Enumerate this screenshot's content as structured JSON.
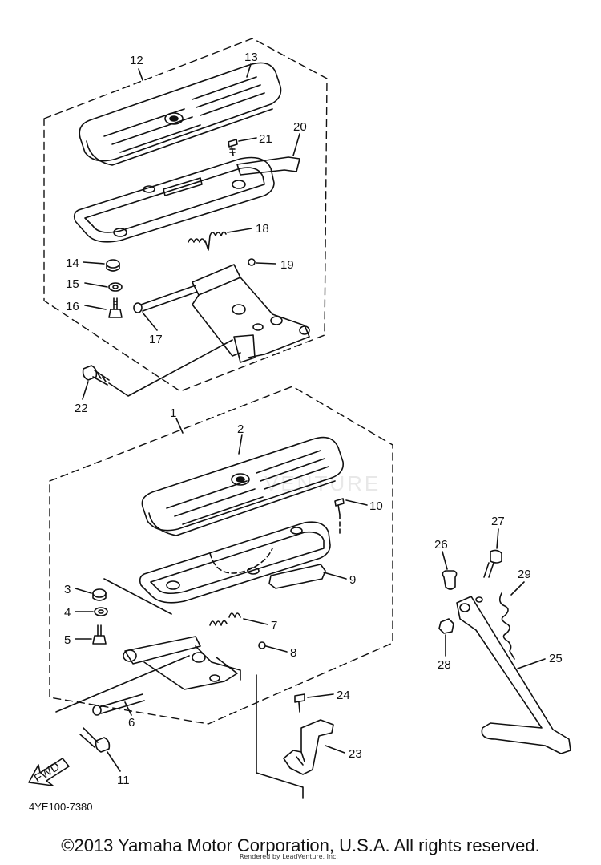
{
  "diagram_code": "4YE100-7380",
  "fwd_label": "FWD",
  "copyright": "©2013 Yamaha Motor Corporation, U.S.A. All rights reserved.",
  "render_note": "Rendered by LeadVenture, Inc.",
  "watermark_text": "VENTURE",
  "callouts": {
    "c1": "1",
    "c2": "2",
    "c3": "3",
    "c4": "4",
    "c5": "5",
    "c6": "6",
    "c7": "7",
    "c8": "8",
    "c9": "9",
    "c10": "10",
    "c11": "11",
    "c12": "12",
    "c13": "13",
    "c14": "14",
    "c15": "15",
    "c16": "16",
    "c17": "17",
    "c18": "18",
    "c19": "19",
    "c20": "20",
    "c21": "21",
    "c22": "22",
    "c23": "23",
    "c24": "24",
    "c25": "25",
    "c26": "26",
    "c27": "27",
    "c28": "28",
    "c29": "29"
  }
}
